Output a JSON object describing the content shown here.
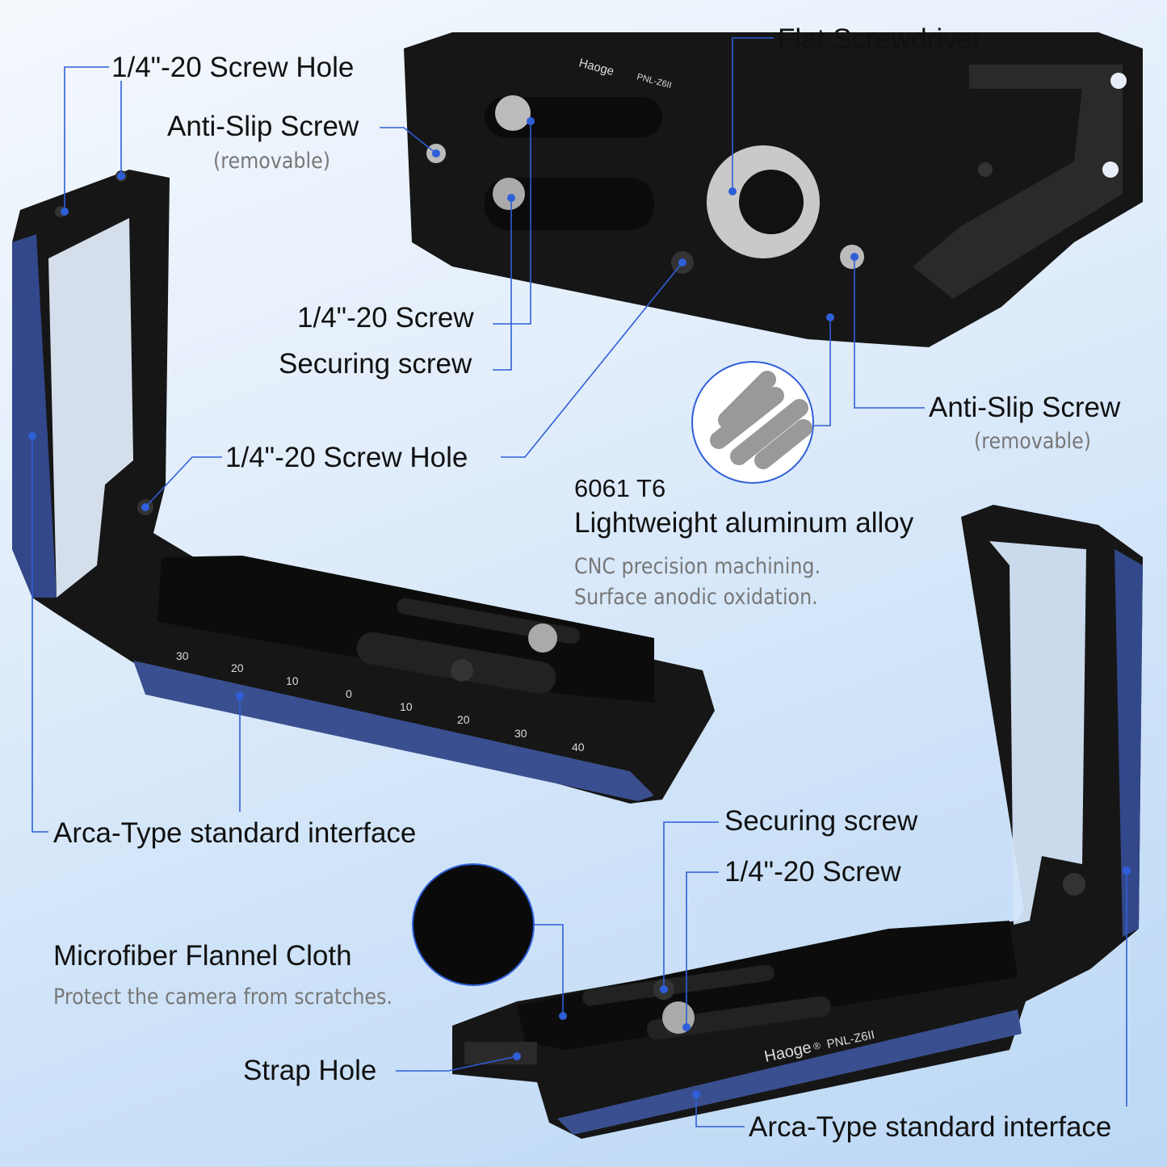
{
  "labels": {
    "screw_hole_top": "1/4\"-20 Screw Hole",
    "anti_slip_left": "Anti-Slip Screw",
    "anti_slip_left_note": "(removable)",
    "flat_screwdriver": "Flat Screwdriver",
    "screw_top": "1/4\"-20 Screw",
    "securing_top": "Securing screw",
    "screw_hole_mid": "1/4\"-20 Screw Hole",
    "anti_slip_right": "Anti-Slip Screw",
    "anti_slip_right_note": "(removable)",
    "material_grade": "6061 T6",
    "material": "Lightweight aluminum alloy",
    "material_note1": "CNC precision machining.",
    "material_note2": "Surface anodic oxidation.",
    "arca_left": "Arca-Type standard interface",
    "securing_bottom": "Securing screw",
    "screw_bottom": "1/4\"-20 Screw",
    "flannel": "Microfiber Flannel Cloth",
    "flannel_note": "Protect the camera from scratches.",
    "strap_hole": "Strap Hole",
    "arca_right": "Arca-Type standard interface"
  },
  "scale_ticks": [
    "30",
    "20",
    "10",
    "0",
    "10",
    "20",
    "30",
    "40"
  ],
  "brand": {
    "name": "Haoge",
    "mark": "®",
    "model": "PNL-Z6II"
  },
  "colors": {
    "accent": "#2f5fd8",
    "metal": "#161616",
    "arca_blue": "#3a4f8f"
  }
}
